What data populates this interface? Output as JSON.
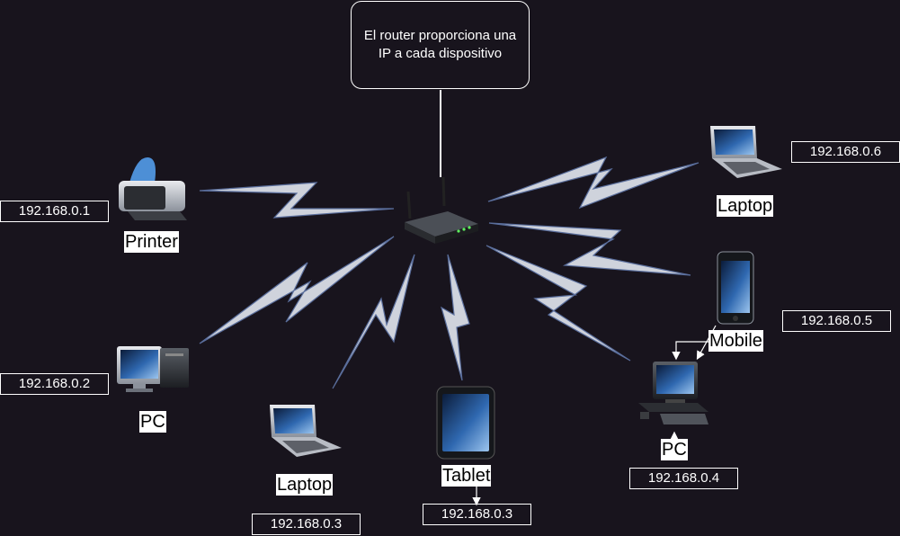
{
  "note": "El router proporciona una IP a cada dispositivo",
  "devices": [
    {
      "label": "Printer",
      "ip": "192.168.0.1",
      "icon": "printer-icon"
    },
    {
      "label": "PC",
      "ip": "192.168.0.2",
      "icon": "desktop-pc-icon"
    },
    {
      "label": "Laptop",
      "ip": "192.168.0.3",
      "icon": "laptop-icon"
    },
    {
      "label": "Tablet",
      "ip": "192.168.0.3",
      "icon": "tablet-icon"
    },
    {
      "label": "PC",
      "ip": "192.168.0.4",
      "icon": "desktop-pc-icon"
    },
    {
      "label": "Mobile",
      "ip": "192.168.0.5",
      "icon": "mobile-phone-icon"
    },
    {
      "label": "Laptop",
      "ip": "192.168.0.6",
      "icon": "laptop-icon"
    }
  ],
  "router": {
    "icon": "wireless-router-icon"
  },
  "colors": {
    "background": "#18141d",
    "link": "#cfd3dc",
    "link_edge": "#5a6e9c",
    "text": "#ffffff"
  }
}
